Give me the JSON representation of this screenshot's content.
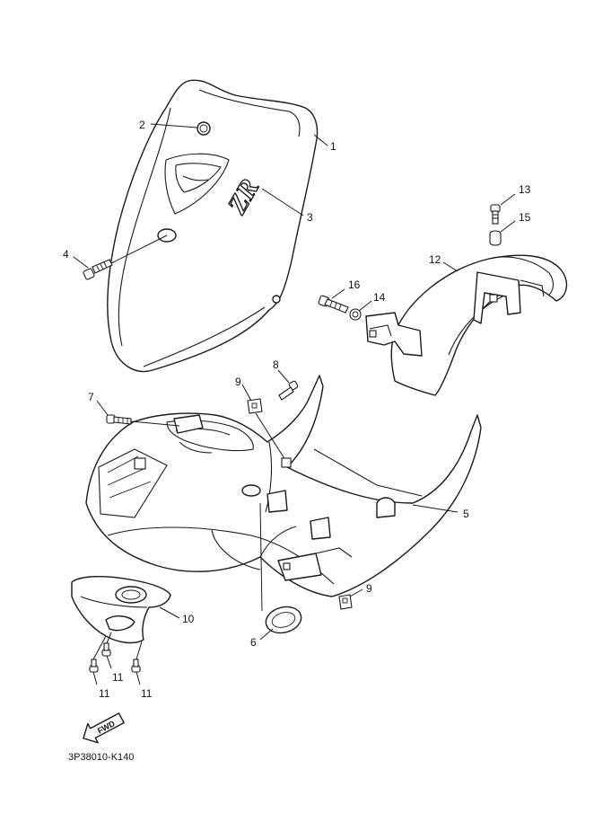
{
  "diagram": {
    "drawing_code": "3P38010-K140",
    "direction_badge": "FWD",
    "callouts": [
      {
        "id": "c1",
        "label": "1"
      },
      {
        "id": "c2",
        "label": "2"
      },
      {
        "id": "c3",
        "label": "3"
      },
      {
        "id": "c4",
        "label": "4"
      },
      {
        "id": "c5",
        "label": "5"
      },
      {
        "id": "c6",
        "label": "6"
      },
      {
        "id": "c7",
        "label": "7"
      },
      {
        "id": "c8",
        "label": "8"
      },
      {
        "id": "c9a",
        "label": "9"
      },
      {
        "id": "c9b",
        "label": "9"
      },
      {
        "id": "c10",
        "label": "10"
      },
      {
        "id": "c11a",
        "label": "11"
      },
      {
        "id": "c11b",
        "label": "11"
      },
      {
        "id": "c11c",
        "label": "11"
      },
      {
        "id": "c12",
        "label": "12"
      },
      {
        "id": "c13",
        "label": "13"
      },
      {
        "id": "c14",
        "label": "14"
      },
      {
        "id": "c15",
        "label": "15"
      },
      {
        "id": "c16",
        "label": "16"
      }
    ],
    "logo_text": "ZR"
  }
}
